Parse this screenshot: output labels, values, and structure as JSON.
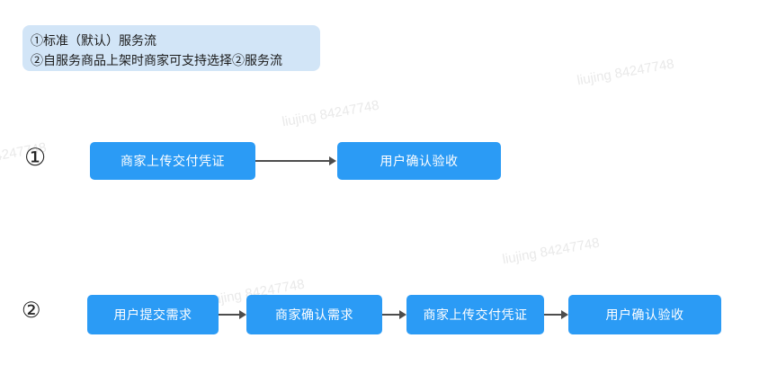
{
  "note": {
    "line1": "①标准（默认）服务流",
    "line2": "②自服务商品上架时商家可支持选择②服务流"
  },
  "flows": [
    {
      "label": "①",
      "steps": [
        {
          "label": "商家上传交付凭证"
        },
        {
          "label": "用户确认验收"
        }
      ]
    },
    {
      "label": "②",
      "steps": [
        {
          "label": "用户提交需求"
        },
        {
          "label": "商家确认需求"
        },
        {
          "label": "商家上传交付凭证"
        },
        {
          "label": "用户确认验收"
        }
      ]
    }
  ],
  "watermark": {
    "text": "liujing 84247748"
  },
  "colors": {
    "node_blue": "#2B9BF5",
    "note_bg": "#D2E5F7",
    "arrow_color": "#4D4D4D",
    "watermark_color": "#E9E9E9",
    "text_dark": "#1B1B1B"
  }
}
